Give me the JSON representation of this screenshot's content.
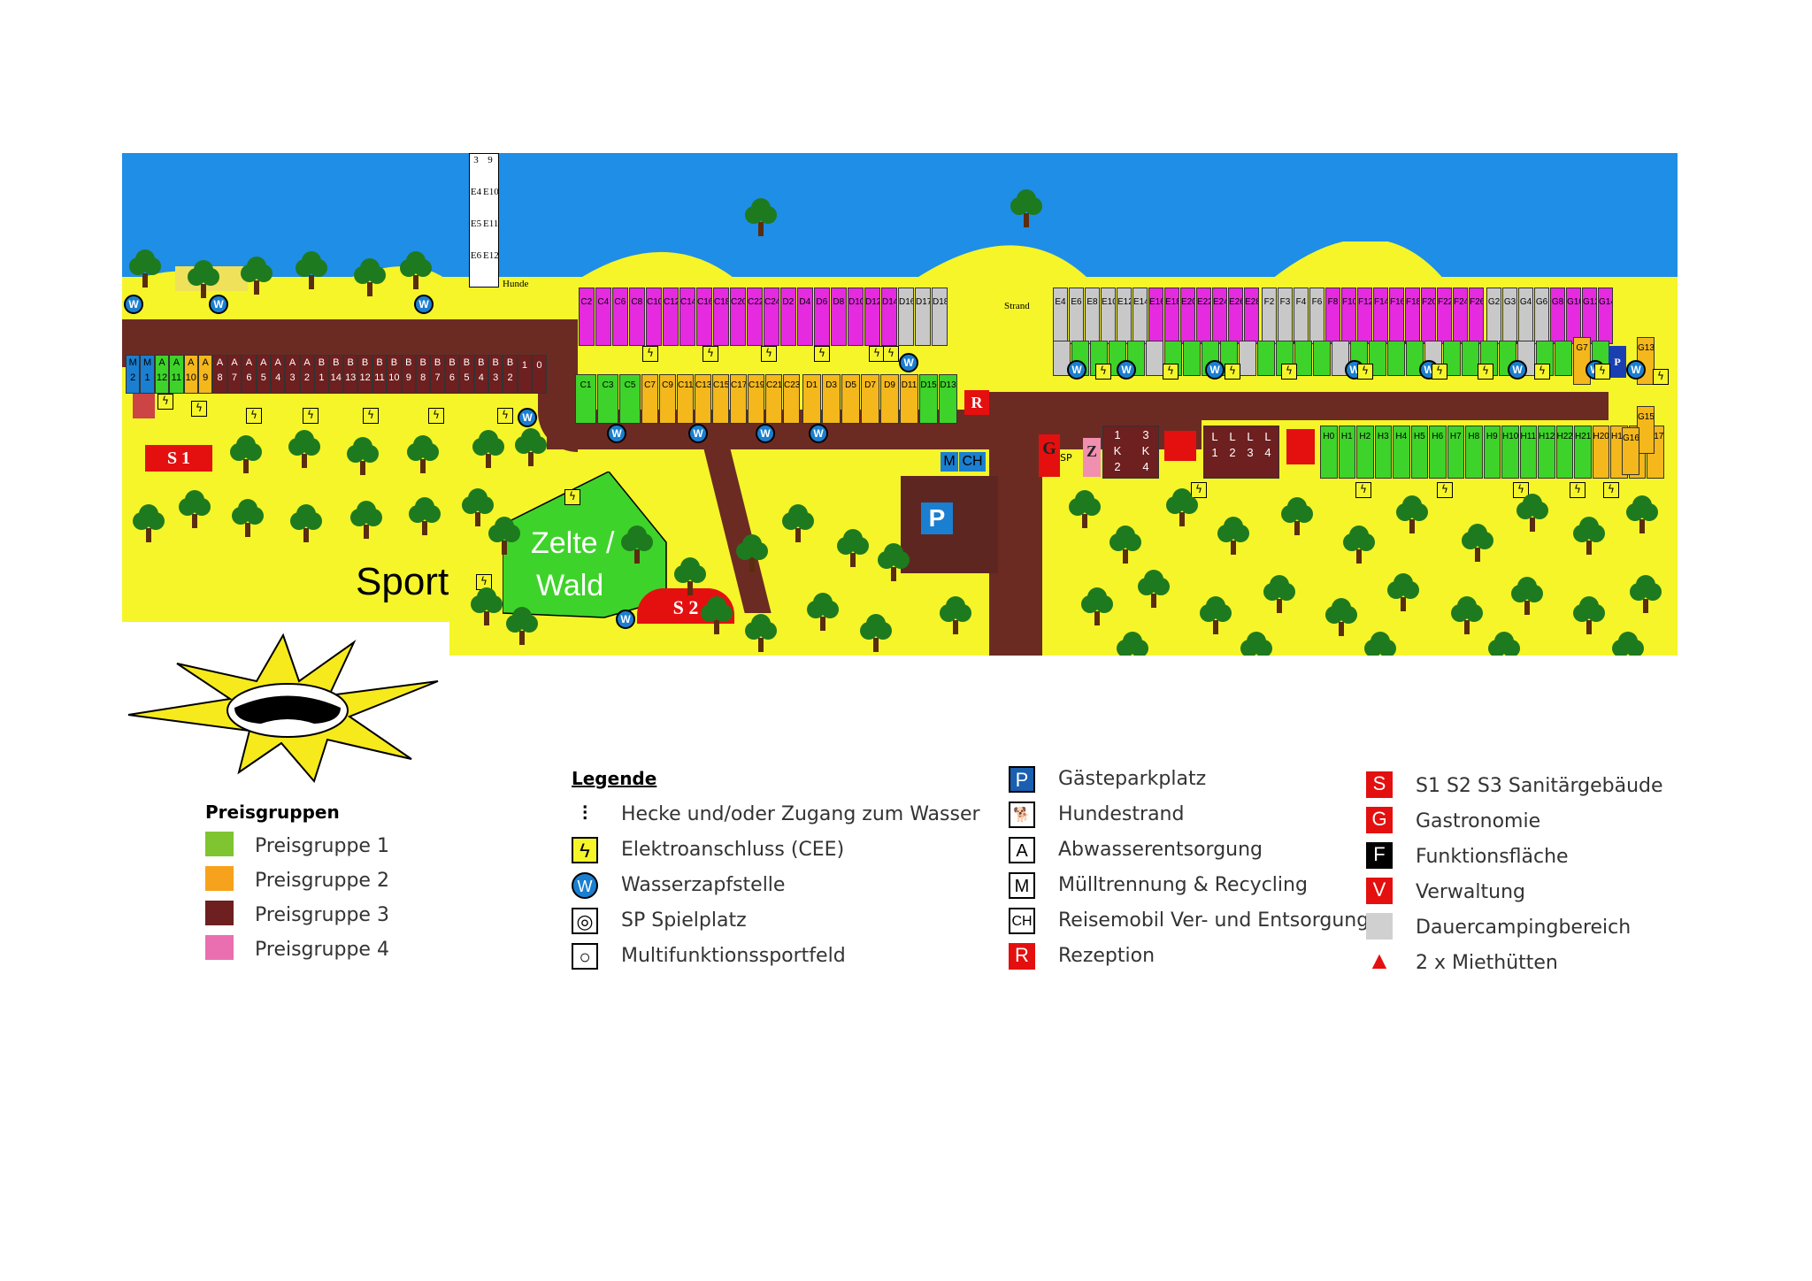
{
  "map": {
    "label_sport": "Sport",
    "label_zelte": "Zelte /",
    "label_wald": "Wald",
    "label_s1": "S 1",
    "label_s2": "S 2",
    "label_hunde": "Hunde",
    "label_strand": "Strand",
    "label_r": "R",
    "label_p": "P",
    "label_m": "M",
    "label_ch": "CH",
    "label_g": "G",
    "label_sp": "SP",
    "label_z": "Z",
    "a_row_top": [
      "M",
      "M",
      "A",
      "A",
      "A",
      "A",
      "A",
      "A",
      "A",
      "A",
      "A",
      "A",
      "A",
      "B",
      "B",
      "B",
      "B",
      "B",
      "B",
      "B",
      "B",
      "B",
      "B",
      "B",
      "B",
      "B",
      "B"
    ],
    "a_row_bottom": [
      "2",
      "1",
      "12",
      "11",
      "10",
      "9",
      "8",
      "7",
      "6",
      "5",
      "4",
      "3",
      "2",
      "1",
      "14",
      "13",
      "12",
      "11",
      "10",
      "9",
      "8",
      "7",
      "6",
      "5",
      "4",
      "3",
      "2",
      "1",
      "0"
    ],
    "c_bottom_labels": [
      "C1",
      "C3",
      "C5",
      "C7",
      "C9",
      "C11",
      "C13",
      "C15",
      "C17",
      "C19",
      "C21",
      "C23"
    ],
    "d_bottom_labels": [
      "D1",
      "D3",
      "D5",
      "D7",
      "D9",
      "D11",
      "D15",
      "D13"
    ],
    "c_top_labels": [
      "C2",
      "C4",
      "C6",
      "C8",
      "C10",
      "C12",
      "C14",
      "C16",
      "C18",
      "C20",
      "C22",
      "C24"
    ],
    "d_top_labels": [
      "D2",
      "D4",
      "D6",
      "D8",
      "D10",
      "D12",
      "D14",
      "D16",
      "D17",
      "D18"
    ],
    "e_top_labels": [
      "E4",
      "E6",
      "E8",
      "E10",
      "E12",
      "E14",
      "E16",
      "E18",
      "E20",
      "E22",
      "E24",
      "E26",
      "E28"
    ],
    "f_top_labels": [
      "F2",
      "F3",
      "F4",
      "F6",
      "F8",
      "F10",
      "F12",
      "F14",
      "F16",
      "F18",
      "F20",
      "F22",
      "F24",
      "F26"
    ],
    "g_top_labels": [
      "G2",
      "G3",
      "G4",
      "G6",
      "G8",
      "G10",
      "G12",
      "G14"
    ],
    "pier_labels": [
      "3",
      "9",
      "E4",
      "E10",
      "E5",
      "E11",
      "E6",
      "E12"
    ],
    "k_labels": [
      "1",
      "3",
      "K",
      "K",
      "2",
      "4"
    ],
    "l_labels": [
      "L",
      "L",
      "L",
      "L",
      "1",
      "2",
      "3",
      "4"
    ],
    "h_labels": [
      "H0",
      "H1",
      "H2",
      "H3",
      "H4",
      "H5",
      "H6",
      "H7",
      "H8",
      "H9",
      "H10",
      "H11",
      "H12",
      "H22",
      "H21",
      "H20",
      "H19",
      "H18",
      "H17"
    ],
    "g_right_labels": [
      "G13",
      "G15",
      "G16",
      "G7"
    ]
  },
  "price_groups": {
    "title": "Preisgruppen",
    "items": [
      {
        "label": "Preisgruppe  1",
        "color": "#7fc431"
      },
      {
        "label": "Preisgruppe  2",
        "color": "#f7a21c"
      },
      {
        "label": "Preisgruppe  3",
        "color": "#6e1f1f"
      },
      {
        "label": "Preisgruppe  4",
        "color": "#ea6fb0"
      }
    ]
  },
  "legend": {
    "title": "Legende",
    "col1": [
      {
        "icon": "hedge-icon",
        "label": "Hecke und/oder Zugang zum Wasser"
      },
      {
        "icon": "electric-icon",
        "label": "Elektroanschluss (CEE)"
      },
      {
        "icon": "water-tap-icon",
        "label": "Wasserzapfstelle"
      },
      {
        "icon": "playground-icon",
        "label": "SP Spielplatz"
      },
      {
        "icon": "sport-field-icon",
        "label": "Multifunktionssportfeld"
      }
    ],
    "col2": [
      {
        "icon": "parking-icon",
        "glyph": "P",
        "label": "Gästeparkplatz"
      },
      {
        "icon": "dog-beach-icon",
        "glyph": "🐕",
        "label": "Hundestrand"
      },
      {
        "icon": "wastewater-icon",
        "glyph": "A",
        "label": "Abwasserentsorgung"
      },
      {
        "icon": "recycling-icon",
        "glyph": "M",
        "label": "Mülltrennung & Recycling"
      },
      {
        "icon": "motorhome-service-icon",
        "glyph": "CH",
        "label": "Reisemobil Ver- und Entsorgung"
      },
      {
        "icon": "reception-icon",
        "glyph": "R",
        "label": "Rezeption"
      }
    ],
    "col3": [
      {
        "icon": "sanitary-icon",
        "glyph": "S",
        "label": "S1  S2  S3  Sanitärgebäude"
      },
      {
        "icon": "gastronomy-icon",
        "glyph": "G",
        "label": "Gastronomie"
      },
      {
        "icon": "function-area-icon",
        "glyph": "F",
        "label": "Funktionsfläche"
      },
      {
        "icon": "administration-icon",
        "glyph": "V",
        "label": "Verwaltung"
      },
      {
        "icon": "longterm-camping-icon",
        "glyph": "",
        "label": "Dauercampingbereich"
      },
      {
        "icon": "rental-huts-icon",
        "glyph": "▲",
        "label": "2 x Miethütten"
      }
    ]
  },
  "colors": {
    "sea": "#1f8ee6",
    "grass": "#f5f52a",
    "road": "#6b2b23",
    "tree_crown": "#1e7a1e",
    "tree_trunk": "#5b2d0f"
  }
}
